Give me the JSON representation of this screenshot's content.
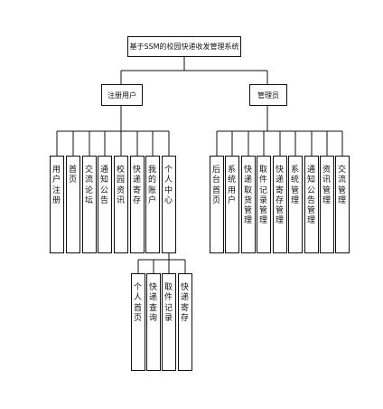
{
  "root": "基于SSM的校园快递收发管理系统",
  "branches": [
    {
      "label": "注册用户",
      "children": [
        "用户注册",
        "首页",
        "交流论坛",
        "通知公告",
        "校园资讯",
        "快递寄存",
        "我的账户",
        "个人中心"
      ]
    },
    {
      "label": "管理员",
      "children": [
        "后台首页",
        "系统用户",
        "快递取货管理",
        "取件记录管理",
        "快递寄存管理",
        "系统管理",
        "通知公告管理",
        "资讯管理",
        "交流管理"
      ]
    }
  ],
  "sub_children": [
    "个人首页",
    "快递查询",
    "取件记录",
    "快递寄存"
  ]
}
